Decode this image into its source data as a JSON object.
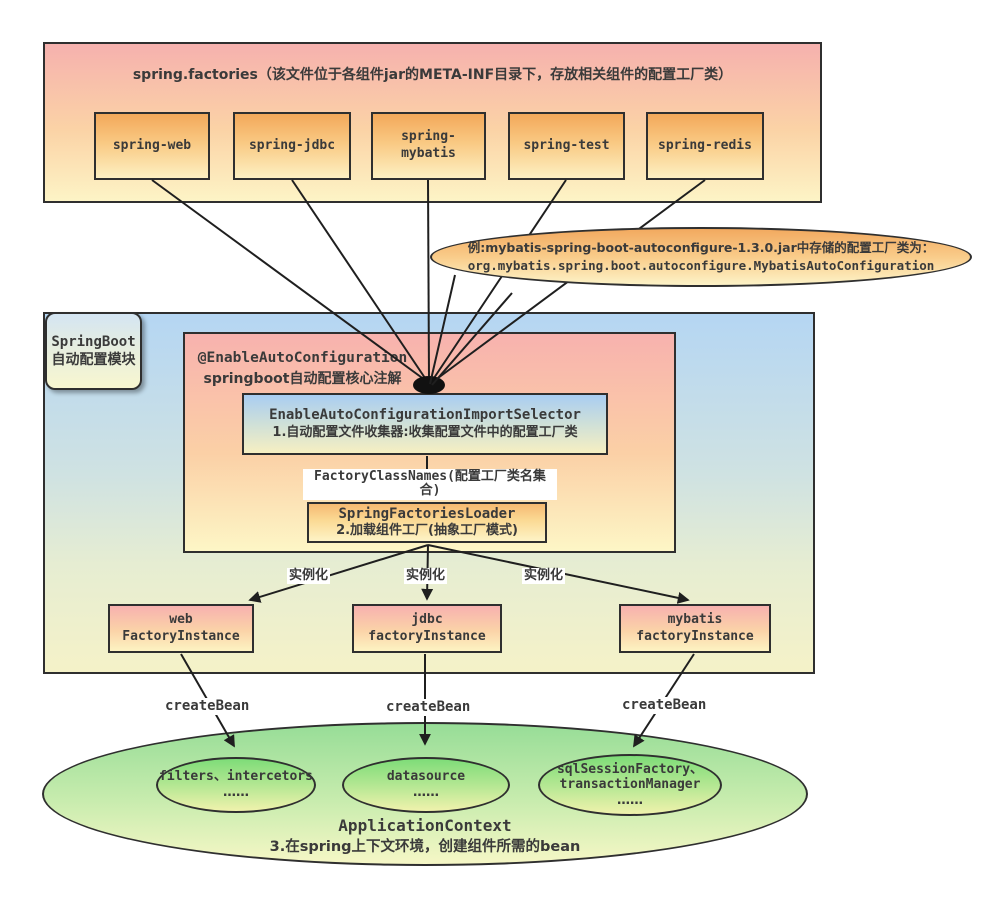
{
  "colors": {
    "border": "#2f2f2f",
    "connector": "#1f1f1f",
    "pink_top": "#f8b2ae",
    "orange_top": "#f3a85a",
    "blue_top": "#a9cdf2",
    "module_blue": "#b5d6f3",
    "green_top": "#7edc78",
    "big_green": "#97dd97",
    "cream_bottom": "#fdf4c6"
  },
  "factories_panel": {
    "title": "spring.factories（该文件位于各组件jar的META-INF目录下，存放相关组件的配置工厂类）",
    "components": [
      "spring-web",
      "spring-jdbc",
      "spring-mybatis",
      "spring-test",
      "spring-redis"
    ]
  },
  "example_callout": {
    "line1": "例:mybatis-spring-boot-autoconfigure-1.3.0.jar中存储的配置工厂类为：",
    "line2": "org.mybatis.spring.boot.autoconfigure.MybatisAutoConfiguration"
  },
  "autoconfig_module": {
    "label": {
      "line1": "SpringBoot",
      "line2": "自动配置模块"
    },
    "annotation": {
      "line1": "@EnableAutoConfiguration",
      "line2": "springboot自动配置核心注解"
    },
    "import_selector": {
      "line1": "EnableAutoConfigurationImportSelector",
      "line2": "1.自动配置文件收集器:收集配置文件中的配置工厂类"
    },
    "factory_class_names_label": "FactoryClassNames(配置工厂类名集合)",
    "factories_loader": {
      "line1": "SpringFactoriesLoader",
      "line2": "2.加载组件工厂(抽象工厂模式)"
    },
    "instantiate_label": "实例化",
    "instances": [
      {
        "line1": "web",
        "line2": "FactoryInstance"
      },
      {
        "line1": "jdbc",
        "line2": "factoryInstance"
      },
      {
        "line1": "mybatis",
        "line2": "factoryInstance"
      }
    ]
  },
  "create_bean_label": "createBean",
  "application_context": {
    "title": "ApplicationContext",
    "subtitle": "3.在spring上下文环境，创建组件所需的bean",
    "beans": [
      {
        "line1": "filters、intercetors",
        "line2": "……"
      },
      {
        "line1": "datasource",
        "line2": "……"
      },
      {
        "line1": "sqlSessionFactory、",
        "line2": "transactionManager",
        "line3": "……"
      }
    ]
  }
}
